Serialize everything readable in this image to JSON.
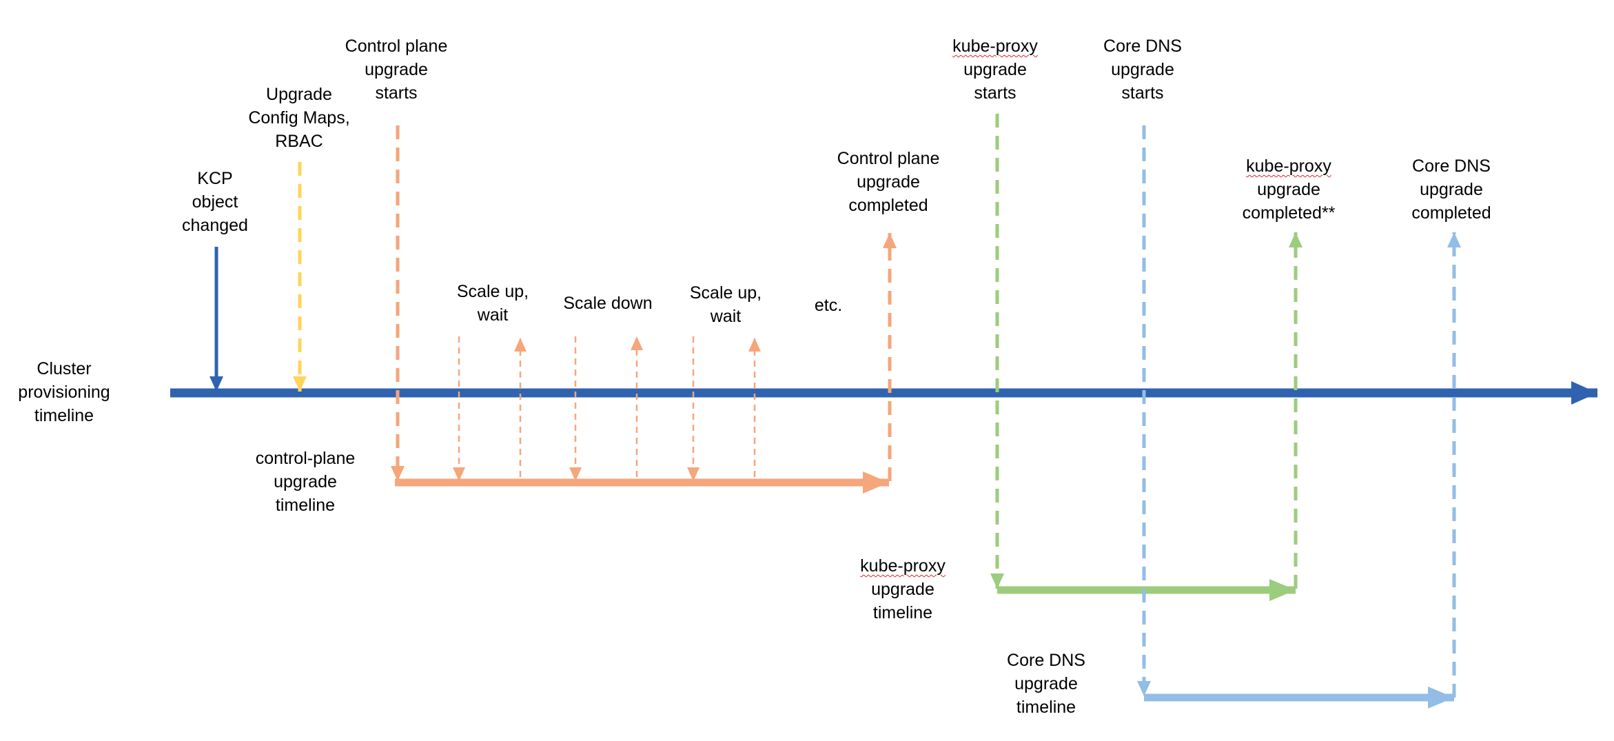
{
  "colors": {
    "blue": "#2f63b0",
    "yellow": "#ffd45c",
    "orange": "#f5a67a",
    "green": "#9ccc7d",
    "lightblue": "#92bde6"
  },
  "labels": {
    "cluster_timeline": [
      "Cluster",
      "provisioning",
      "timeline"
    ],
    "kcp_changed": [
      "KCP",
      "object",
      "changed"
    ],
    "upgrade_configmaps": [
      "Upgrade",
      "Config Maps,",
      "RBAC"
    ],
    "cp_upgrade_starts": [
      "Control plane",
      "upgrade",
      "starts"
    ],
    "scale_up_1": [
      "Scale up,",
      "wait"
    ],
    "scale_down": [
      "Scale down"
    ],
    "scale_up_2": [
      "Scale up,",
      "wait"
    ],
    "etc": [
      "etc."
    ],
    "cp_upgrade_completed": [
      "Control plane",
      "upgrade",
      "completed"
    ],
    "kube_proxy_starts": [
      "kube-proxy",
      "upgrade",
      "starts"
    ],
    "core_dns_starts": [
      "Core DNS",
      "upgrade",
      "starts"
    ],
    "kube_proxy_completed": [
      "kube-proxy",
      "upgrade",
      "completed**"
    ],
    "core_dns_completed": [
      "Core DNS",
      "upgrade",
      "completed"
    ],
    "cp_timeline": [
      "control-plane",
      "upgrade",
      "timeline"
    ],
    "kube_proxy_timeline": [
      "kube-proxy",
      "upgrade",
      "timeline"
    ],
    "core_dns_timeline": [
      "Core DNS",
      "upgrade",
      "timeline"
    ]
  }
}
